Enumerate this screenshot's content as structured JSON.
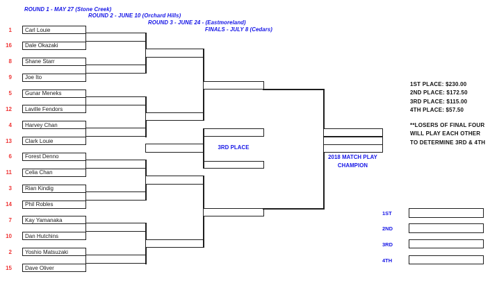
{
  "round_headers": [
    {
      "label": "ROUND 1 - MAY 27 (Stone Creek)"
    },
    {
      "label": "ROUND 2 - JUNE 10 (Orchard Hills)"
    },
    {
      "label": "ROUND 3 - JUNE 24 - (Eastmoreland)"
    },
    {
      "label": "FINALS - JULY 8 (Cedars)"
    }
  ],
  "players": [
    {
      "seed": "1",
      "name": "Carl Louie"
    },
    {
      "seed": "16",
      "name": "Dale Okazaki"
    },
    {
      "seed": "8",
      "name": "Shane Starr"
    },
    {
      "seed": "9",
      "name": "Joe Ito"
    },
    {
      "seed": "5",
      "name": "Gunar Meneks"
    },
    {
      "seed": "12",
      "name": "Laville Fendors"
    },
    {
      "seed": "4",
      "name": "Harvey Chan"
    },
    {
      "seed": "13",
      "name": "Clark Louie"
    },
    {
      "seed": "6",
      "name": "Forest Denno"
    },
    {
      "seed": "11",
      "name": "Celia Chan"
    },
    {
      "seed": "3",
      "name": "Rian Kindig"
    },
    {
      "seed": "14",
      "name": "Phil Robles"
    },
    {
      "seed": "7",
      "name": "Kay Yamanaka"
    },
    {
      "seed": "10",
      "name": "Dan Hutchins"
    },
    {
      "seed": "2",
      "name": "Yoshio Matsuzaki"
    },
    {
      "seed": "15",
      "name": "Dave Oliver"
    }
  ],
  "labels": {
    "third_place": "3RD PLACE",
    "champion_line1": "2018 MATCH PLAY",
    "champion_line2": "CHAMPION"
  },
  "prizes": [
    "1ST PLACE: $230.00",
    "2ND PLACE: $172.50",
    "3RD PLACE: $115.00",
    "4TH PLACE: $57.50"
  ],
  "note_lines": [
    "**LOSERS OF FINAL FOUR",
    "WILL PLAY EACH OTHER",
    "TO DETERMINE 3RD & 4TH"
  ],
  "standings": [
    {
      "label": "1ST"
    },
    {
      "label": "2ND"
    },
    {
      "label": "3RD"
    },
    {
      "label": "4TH"
    }
  ],
  "colors": {
    "header_blue": "#1414e6",
    "seed_red": "#ef3434",
    "line_black": "#1d1d1d"
  }
}
